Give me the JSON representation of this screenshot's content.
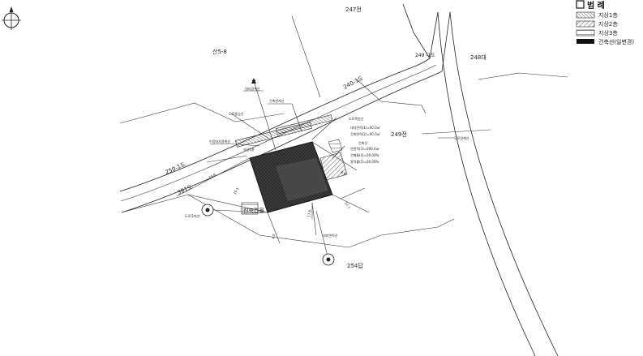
{
  "parcels": {
    "p247": "247전",
    "p248": "248대",
    "p249": "249전",
    "p254": "254답",
    "san": "산5-8",
    "p249_1": "249\n-1도"
  },
  "roads": {
    "r240_1": "240-1도",
    "r250_1": "250-1도",
    "r381": "381도"
  },
  "legend": {
    "title": "범 례",
    "items": [
      {
        "label": "지상1층",
        "color": "#888888"
      },
      {
        "label": "지상2층",
        "color": "#555555"
      },
      {
        "label": "지상3층",
        "color": "#aaaaaa"
      },
      {
        "label": "건축선(일변경)",
        "color": "#111111"
      }
    ]
  },
  "dimensions": {
    "d_left": "14.8",
    "d_top_right": "8.0",
    "d_bottom": "10.5",
    "d_right": "12.7",
    "d_small": "4.0",
    "d_vertical": "17.8"
  },
  "annotations": {
    "notes": [
      "대지경계선",
      "도로중심선",
      "건축한계선",
      "인접대지경계선",
      "도로폭원선",
      "지상1층",
      "도로후퇴선",
      "대지면적선",
      "건축선"
    ],
    "detail_lines": [
      "대지면적(1)=00.0㎡",
      "건축면적(2)=00.0㎡",
      "연면적(3)=000.0㎡",
      "건폐율(4)=00.00%",
      "용적률(5)=00.00%"
    ],
    "building_label": "신축건물",
    "right_road_label": "도로경계선"
  },
  "colors": {
    "ink": "#222222",
    "building": "#3a3a3a",
    "hatch": "#888888"
  },
  "icons": {
    "north": "north-arrow-icon",
    "compass": "compass-circle-icon"
  }
}
